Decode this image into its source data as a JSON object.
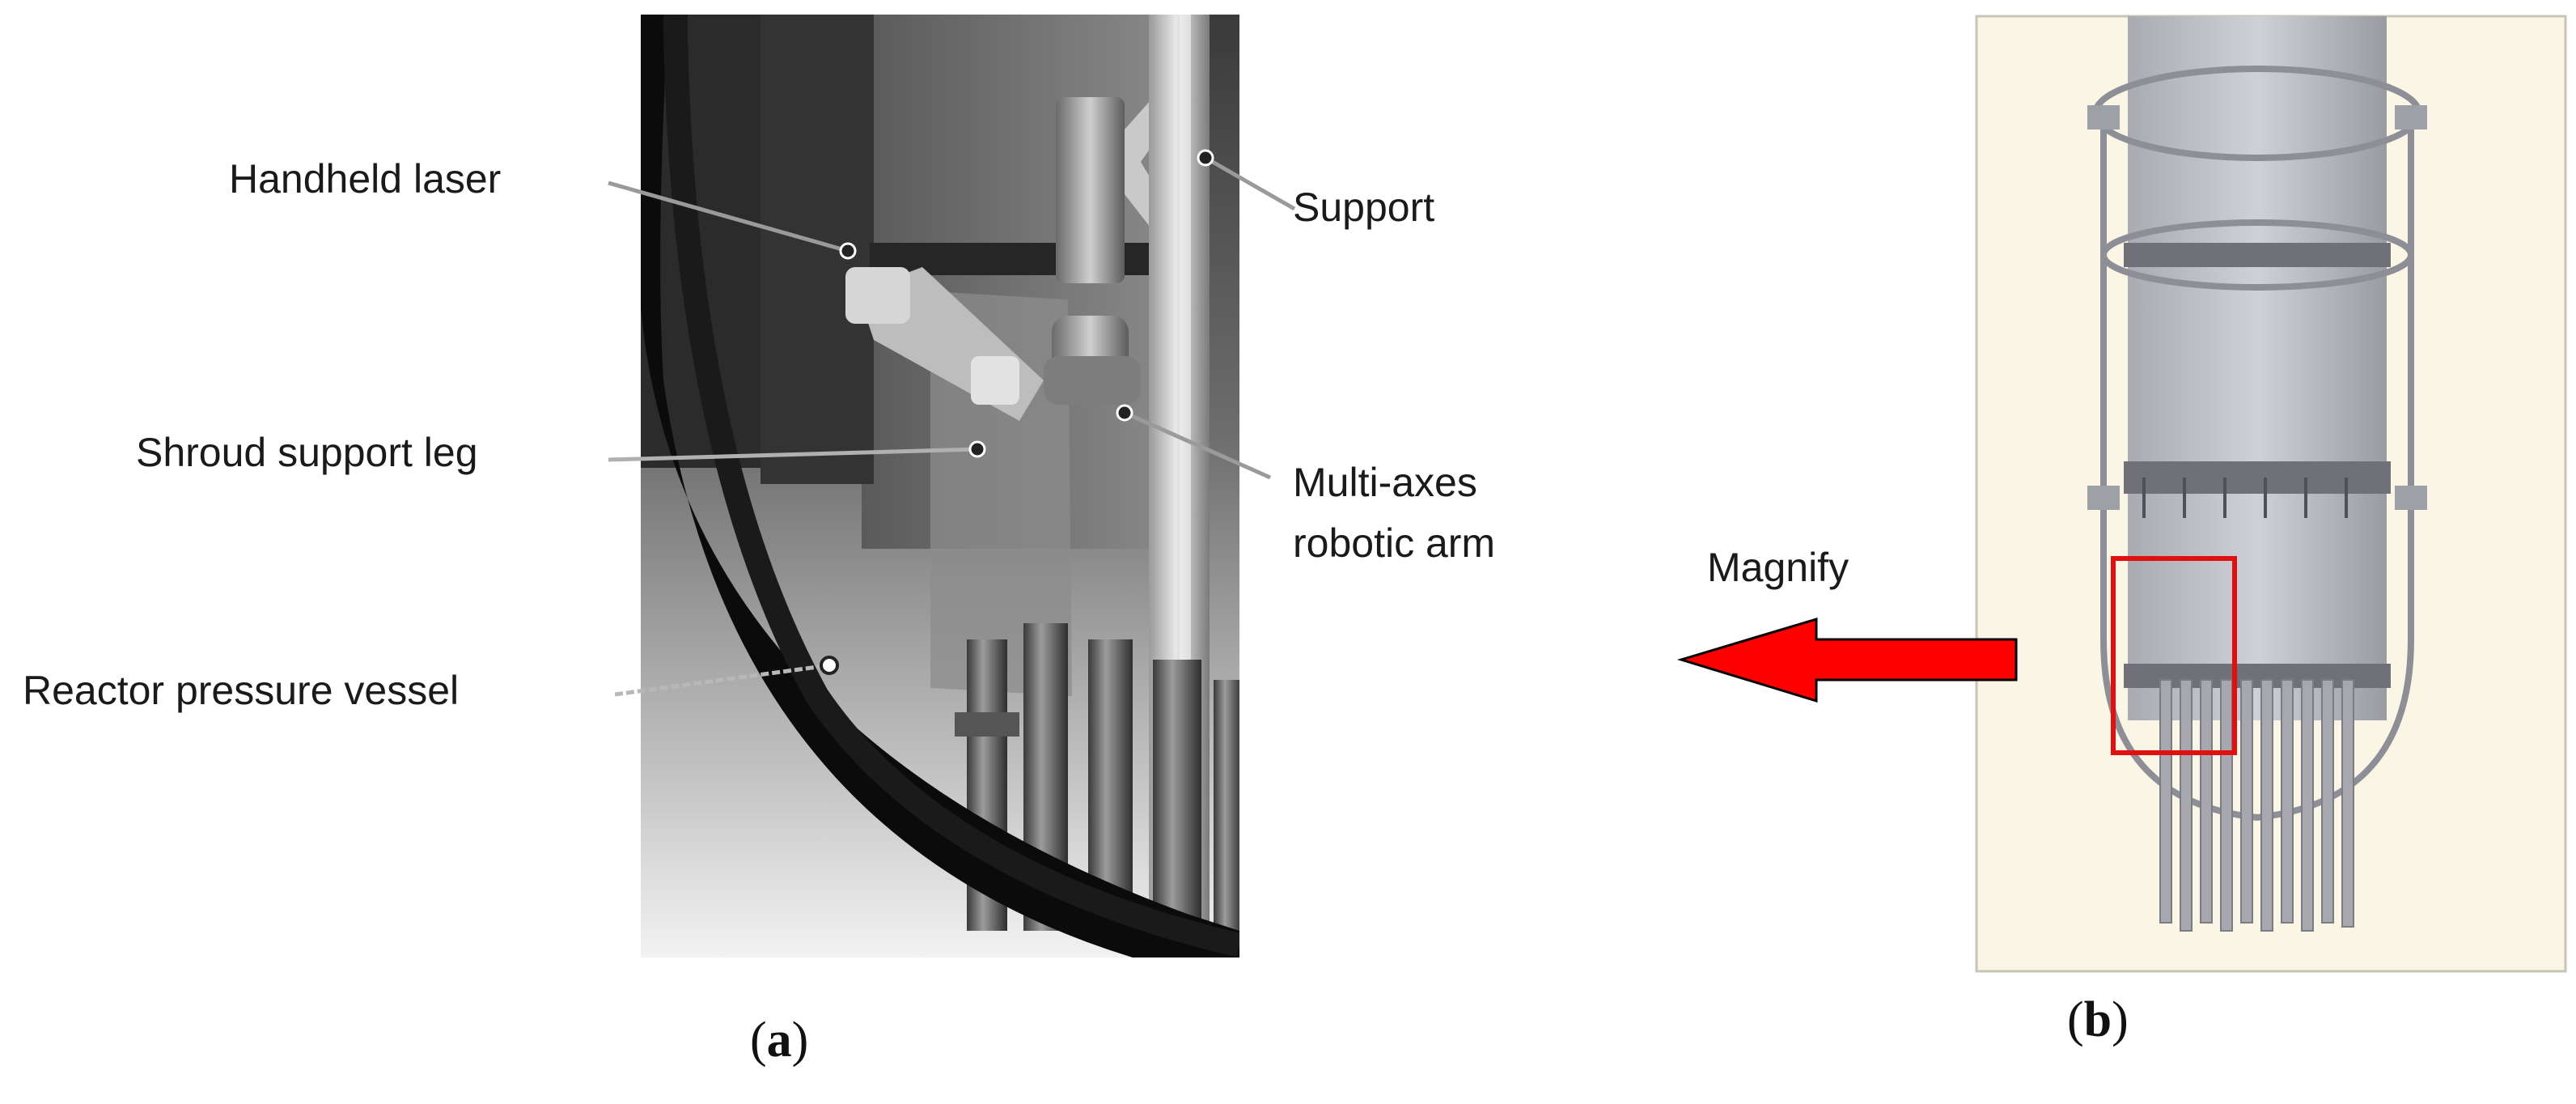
{
  "panel_a": {
    "label_open": "(",
    "label_letter": "a",
    "label_close": ")",
    "callouts": {
      "handheld_laser": "Handheld  laser",
      "support": "Support",
      "shroud_support_leg": "Shroud support leg",
      "multi_axes_line1": "Multi-axes",
      "multi_axes_line2": "robotic arm",
      "reactor_pressure_vessel": "Reactor pressure vessel"
    }
  },
  "panel_b": {
    "label_open": "(",
    "label_letter": "b",
    "label_close": ")",
    "arrow_label": "Magnify",
    "arrow_color": "#ff0000",
    "frame_color": "#e01010",
    "background_color": "#fbf5e6"
  }
}
